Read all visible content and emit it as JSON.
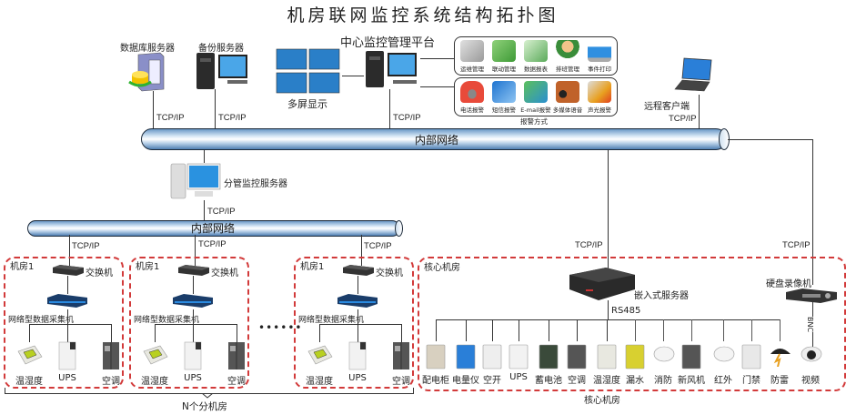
{
  "title": "机房联网监控系统结构拓扑图",
  "top_nodes": {
    "db_server": "数据库服务器",
    "backup_server": "备份服务器",
    "multi_screen": "多屏显示",
    "center_platform": "中心监控管理平台",
    "remote_client": "远程客户端"
  },
  "panel_functions": {
    "items": [
      "运维管理",
      "联动管理",
      "数据报表",
      "排班管理",
      "事件打印"
    ]
  },
  "panel_alarms": {
    "items": [
      "电话报警",
      "短信报警",
      "E-mail报警",
      "多媒体语音",
      "声光报警"
    ],
    "caption": "报警方式"
  },
  "protocol": "TCP/IP",
  "main_network": "内部网络",
  "sub_server": "分管监控服务器",
  "sub_network": "内部网络",
  "branch_rooms": [
    {
      "name": "机房1",
      "switch": "交换机",
      "collector": "网络型数据采集机",
      "devices": [
        "温湿度",
        "UPS",
        "空调"
      ]
    },
    {
      "name": "机房1",
      "switch": "交换机",
      "collector": "网络型数据采集机",
      "devices": [
        "温湿度",
        "UPS",
        "空调"
      ]
    },
    {
      "name": "机房1",
      "switch": "交换机",
      "collector": "网络型数据采集机",
      "devices": [
        "温湿度",
        "UPS",
        "空调"
      ]
    }
  ],
  "ellipsis": "••••••",
  "branch_group_label": "N个分机房",
  "core_room": {
    "name": "核心机房",
    "embedded_server": "嵌入式服务器",
    "bus": "RS485",
    "dvr": "硬盘录像机",
    "bnc": "BNC",
    "devices": [
      "配电柜",
      "电量仪",
      "空开",
      "UPS",
      "蓄电池",
      "空调",
      "温湿度",
      "漏水",
      "消防",
      "新风机",
      "红外",
      "门禁",
      "防雷",
      "视频"
    ],
    "caption": "核心机房"
  }
}
